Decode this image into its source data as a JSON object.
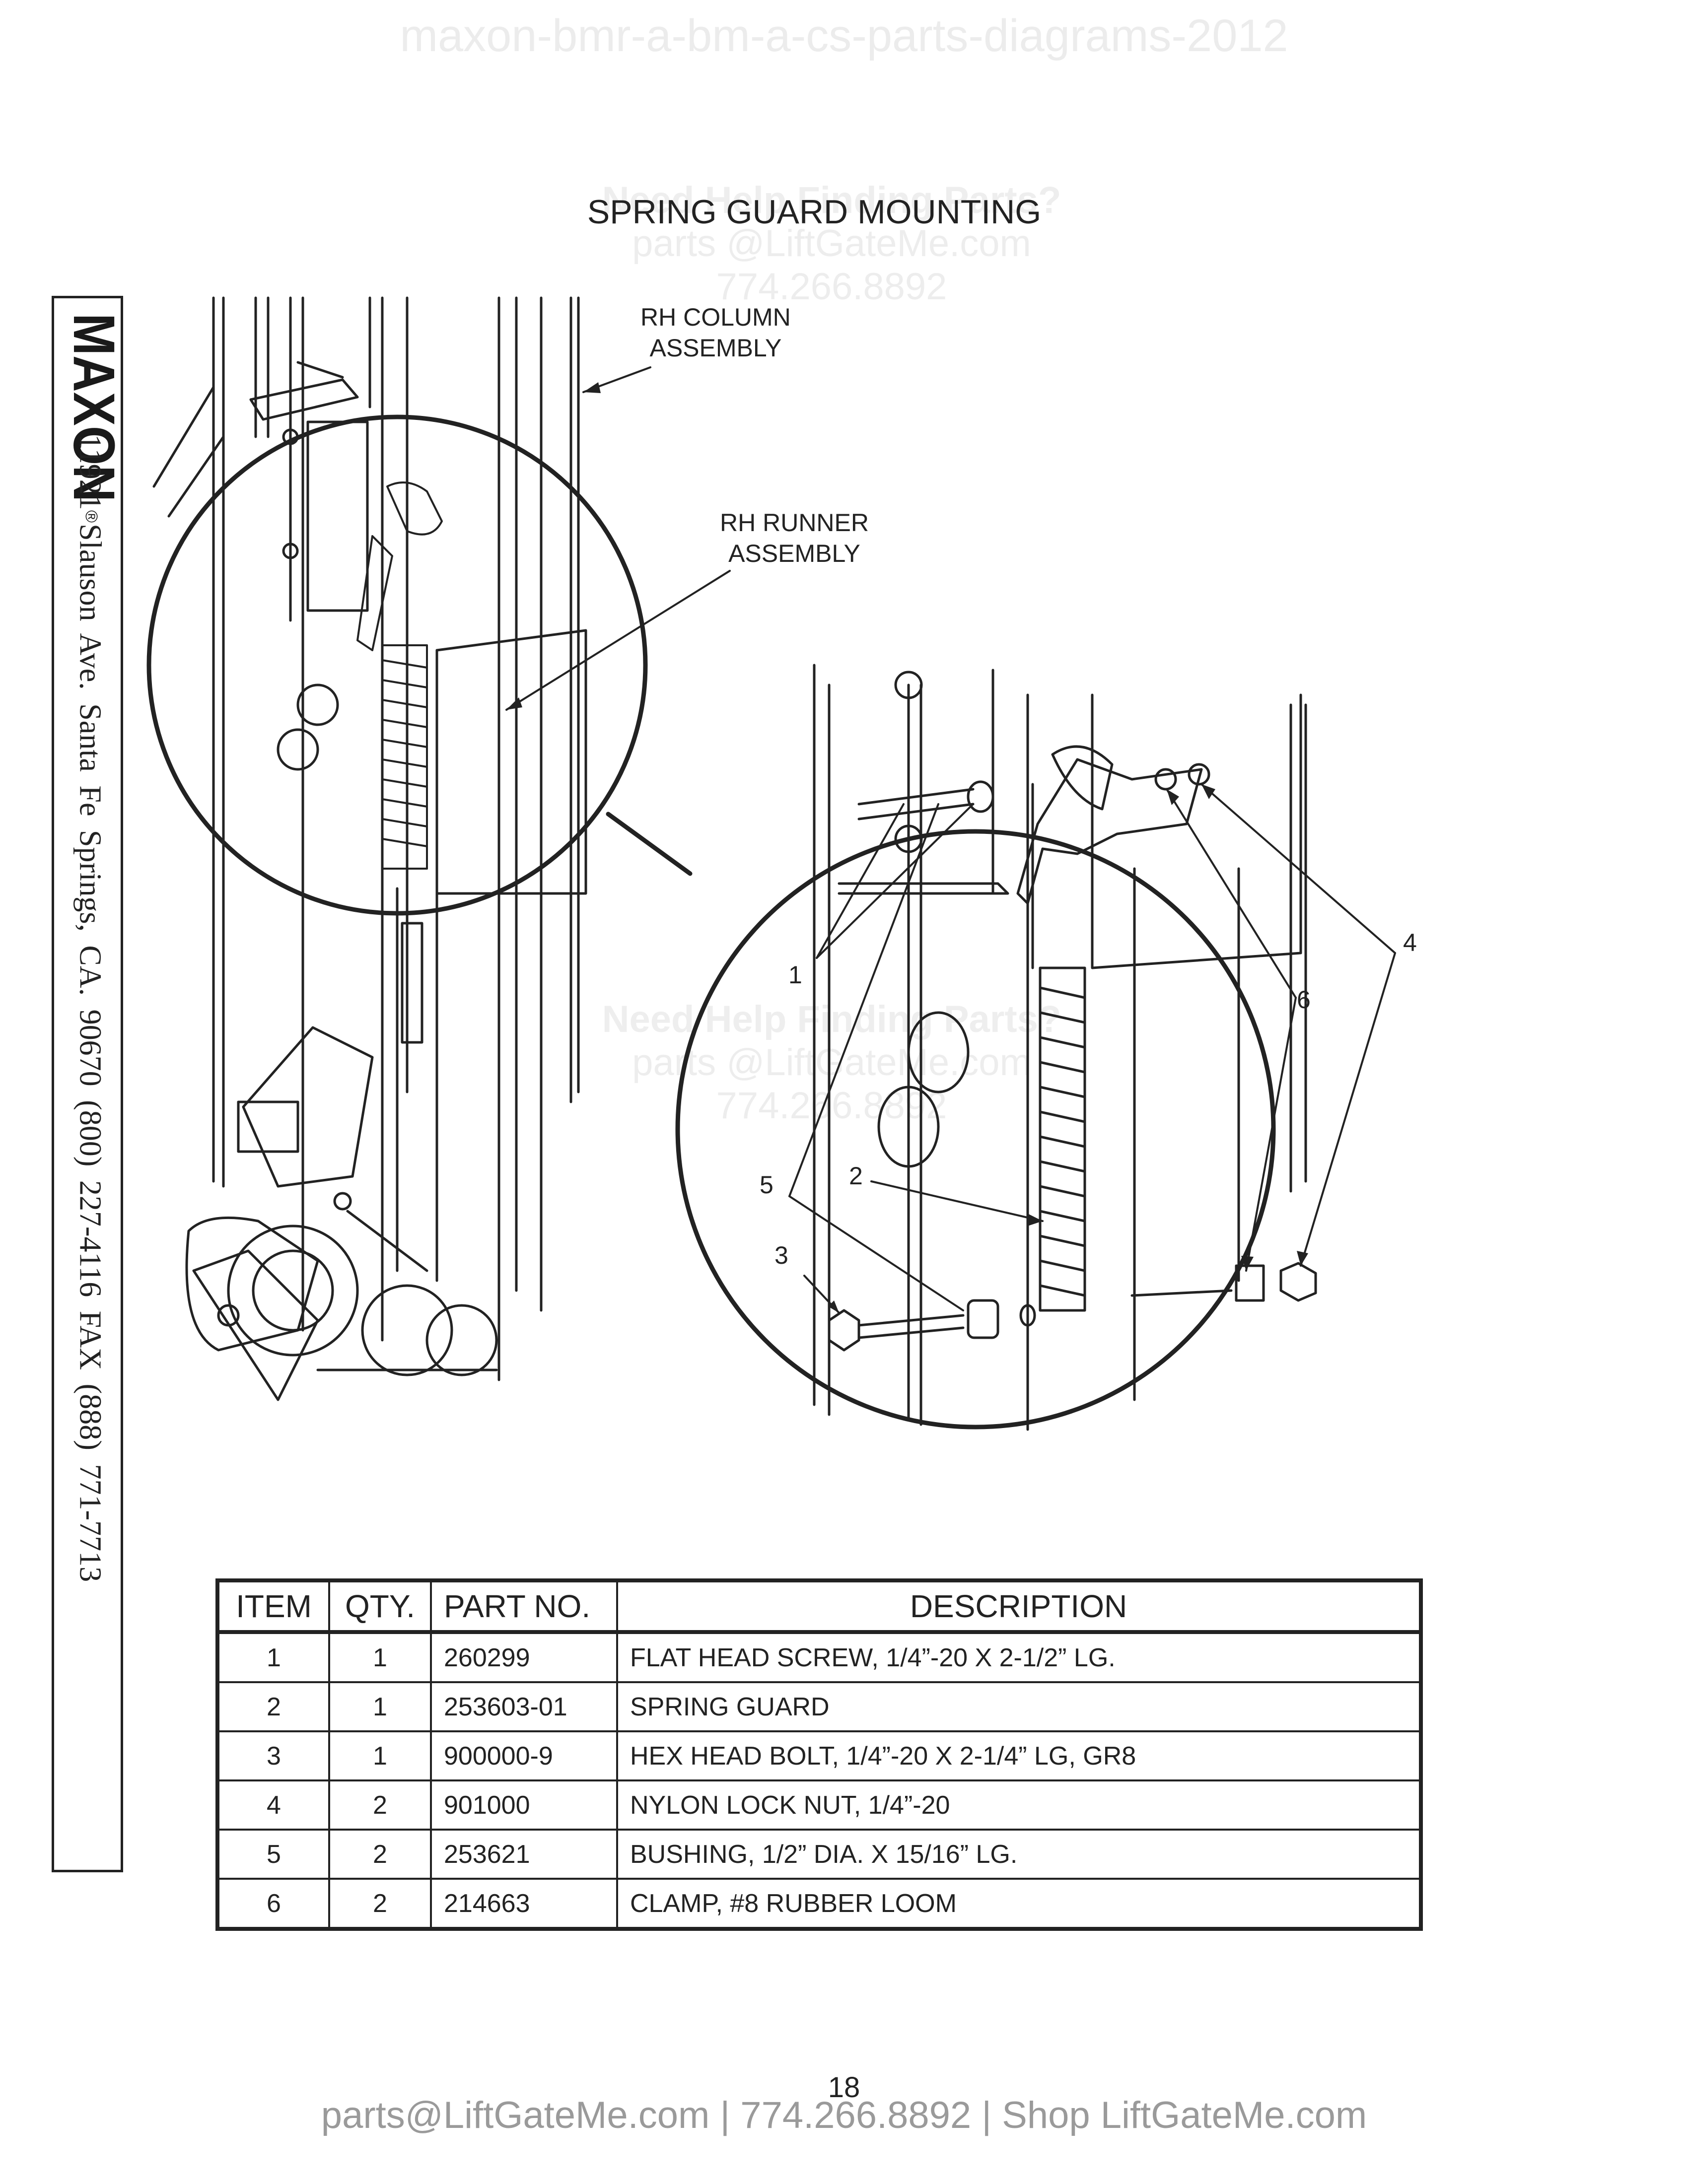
{
  "watermark": {
    "top": "maxon-bmr-a-bm-a-cs-parts-diagrams-2012",
    "help_line": "Need Help Finding Parts?",
    "email_line": "parts @LiftGateMe.com",
    "phone_line": "774.266.8892"
  },
  "page_title": "SPRING GUARD MOUNTING",
  "sidebar": {
    "logo_text": "MAXON",
    "registered": "®",
    "address": "11921 Slauson Ave.  Santa Fe Springs, CA.  90670  (800) 227-4116  FAX (888) 771-7713"
  },
  "diagram": {
    "callouts": {
      "rh_column": [
        "RH COLUMN",
        "ASSEMBLY"
      ],
      "rh_runner": [
        "RH RUNNER",
        "ASSEMBLY"
      ]
    },
    "item_numbers": [
      "1",
      "2",
      "3",
      "4",
      "5",
      "6"
    ]
  },
  "parts_table": {
    "headers": [
      "ITEM",
      "QTY.",
      "PART NO.",
      "DESCRIPTION"
    ],
    "rows": [
      {
        "item": "1",
        "qty": "1",
        "part_no": "260299",
        "description": "FLAT HEAD SCREW, 1/4”-20 X 2-1/2” LG."
      },
      {
        "item": "2",
        "qty": "1",
        "part_no": "253603-01",
        "description": "SPRING GUARD"
      },
      {
        "item": "3",
        "qty": "1",
        "part_no": "900000-9",
        "description": "HEX HEAD BOLT, 1/4”-20 X 2-1/4” LG, GR8"
      },
      {
        "item": "4",
        "qty": "2",
        "part_no": "901000",
        "description": "NYLON LOCK NUT, 1/4”-20"
      },
      {
        "item": "5",
        "qty": "2",
        "part_no": "253621",
        "description": "BUSHING, 1/2” DIA. X 15/16” LG."
      },
      {
        "item": "6",
        "qty": "2",
        "part_no": "214663",
        "description": "CLAMP, #8 RUBBER LOOM"
      }
    ]
  },
  "page_number": "18",
  "footer": "parts@LiftGateMe.com | 774.266.8892 | Shop LiftGateMe.com"
}
